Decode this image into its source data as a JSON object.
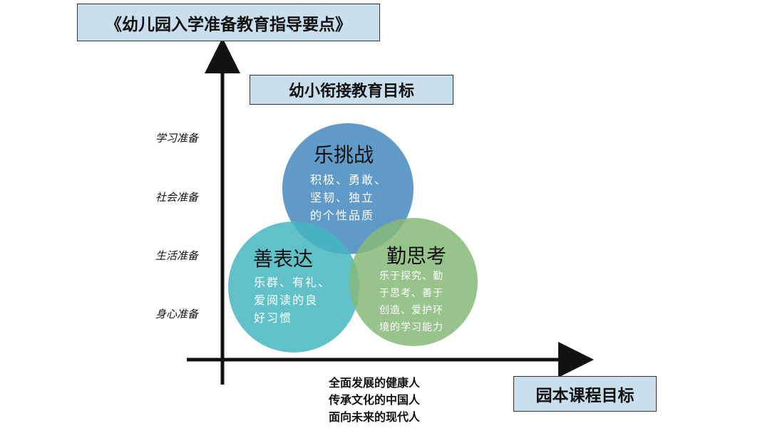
{
  "title": "《幼儿园入学准备教育指导要点》",
  "subtitle": "幼小衔接教育目标",
  "x_axis_label": "园本课程目标",
  "y_labels": [
    "学习准备",
    "社会准备",
    "生活准备",
    "身心准备"
  ],
  "circles": [
    {
      "title": "乐挑战",
      "lines": [
        "积极、勇敢、",
        "坚韧、独立",
        "的个性品质"
      ],
      "color": "#4a8cc0"
    },
    {
      "title": "善表达",
      "lines": [
        "乐群、有礼、",
        "爱阅读的良",
        "好习惯"
      ],
      "color": "#45b6bf"
    },
    {
      "title": "勤思考",
      "lines": [
        "乐于探究、勤",
        "于思考、善于",
        "创造、爱护环",
        "境的学习能力"
      ],
      "color": "#86b878"
    }
  ],
  "bottom_lines": [
    "全面发展的健康人",
    "传承文化的中国人",
    "面向未来的现代人"
  ]
}
